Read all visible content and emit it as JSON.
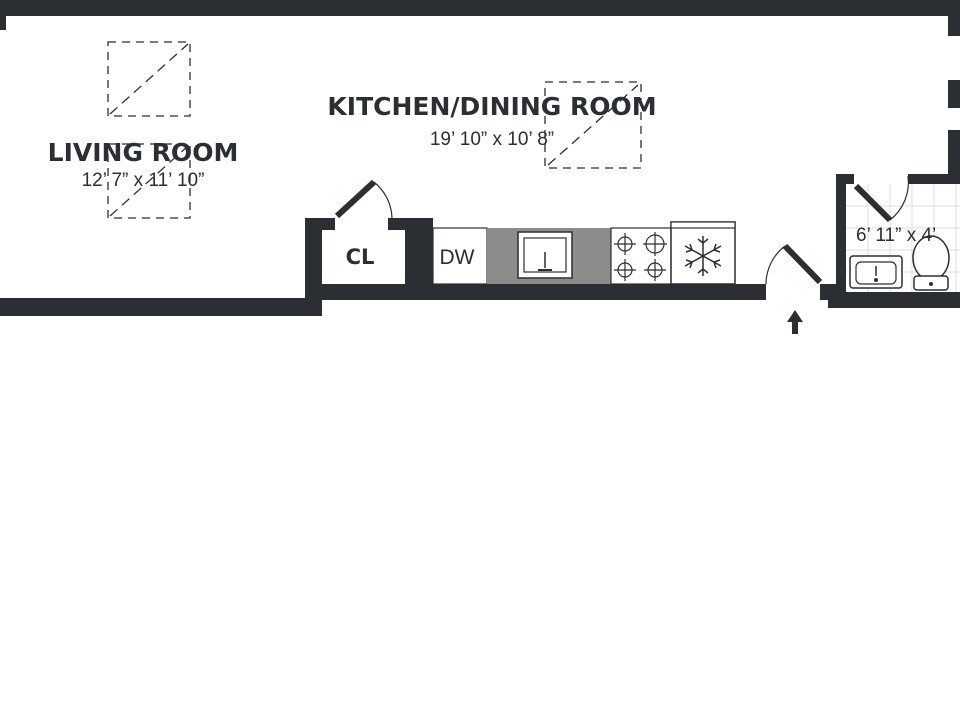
{
  "colors": {
    "wall": "#2b2f33",
    "counter": "#8c8c8c",
    "tile": "#dcdcdc",
    "background": "#ffffff"
  },
  "rooms": {
    "living_room": {
      "name": "LIVING ROOM",
      "dimensions": "12’ 7” x 11’ 10”"
    },
    "kitchen_dining": {
      "name": "KITCHEN/DINING ROOM",
      "dimensions": "19’ 10” x 10’ 8”"
    },
    "bathroom": {
      "dimensions": "6’ 11” x 4’"
    }
  },
  "fixtures": {
    "closet": "CL",
    "dishwasher": "DW",
    "sink_icon": "sink-icon",
    "stove_icon": "stove-icon",
    "fridge_icon": "snowflake-icon",
    "entry_icon": "arrow-up-icon"
  }
}
